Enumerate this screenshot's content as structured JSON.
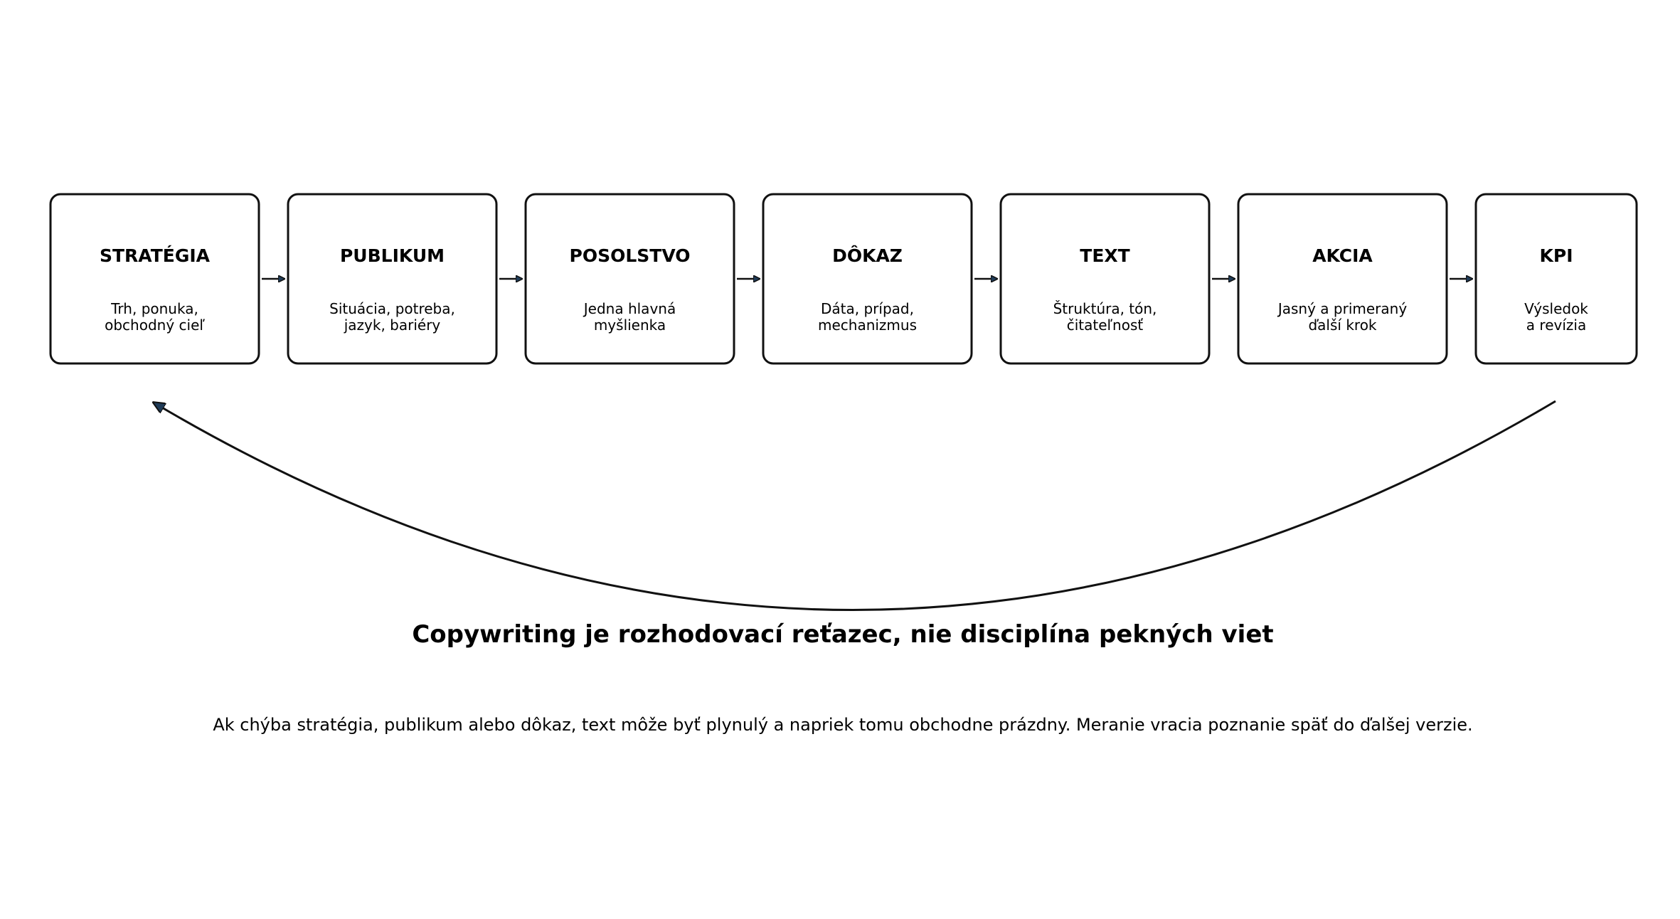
{
  "stages": [
    {
      "title": "STRATÉGIA",
      "desc": [
        "Trh, ponuka,",
        "obchodný cieľ"
      ]
    },
    {
      "title": "PUBLIKUM",
      "desc": [
        "Situácia, potreba,",
        "jazyk, bariéry"
      ]
    },
    {
      "title": "POSOLSTVO",
      "desc": [
        "Jedna hlavná",
        "myšlienka"
      ]
    },
    {
      "title": "DÔKAZ",
      "desc": [
        "Dáta, prípad,",
        "mechanizmus"
      ]
    },
    {
      "title": "TEXT",
      "desc": [
        "Štruktúra, tón,",
        "čitateľnosť"
      ]
    },
    {
      "title": "AKCIA",
      "desc": [
        "Jasný a primeraný",
        "ďalší krok"
      ]
    },
    {
      "title": "KPI",
      "desc": [
        "Výsledok",
        "a revízia"
      ]
    }
  ],
  "feedback_loop": {
    "from": "KPI",
    "to": "STRATÉGIA"
  },
  "headline": "Copywriting je rozhodovací reťazec, nie disciplína pekných viet",
  "subline": "Ak chýba stratégia, publikum alebo dôkaz, text môže byť plynulý a napriek tomu obchodne prázdny. Meranie vracia poznanie späť do ďalšej verzie.",
  "colors": {
    "box_stroke": "#111111",
    "arrow_fill": "#1f3b57",
    "text": "#000000",
    "background": "#ffffff"
  }
}
